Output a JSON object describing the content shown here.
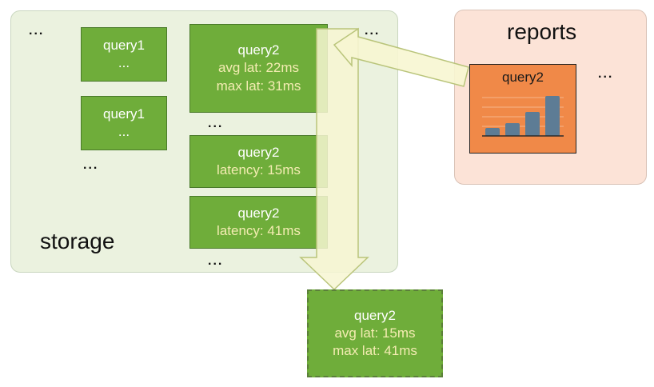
{
  "storage": {
    "label": "storage",
    "dots_top_left": "...",
    "dots_top_right": "...",
    "dots_col1": "...",
    "dots_col2a": "...",
    "dots_col2b": "...",
    "col1": [
      {
        "title": "query1",
        "detail": "..."
      },
      {
        "title": "query1",
        "detail": "..."
      }
    ],
    "col2": [
      {
        "title": "query2",
        "line1": "avg lat: 22ms",
        "line2": "max lat: 31ms"
      },
      {
        "title": "query2",
        "line1": "latency: 15ms"
      },
      {
        "title": "query2",
        "line1": "latency: 41ms"
      }
    ]
  },
  "reports": {
    "label": "reports",
    "card_title": "query2",
    "dots": "...",
    "mini_chart": {
      "values": [
        1,
        1.6,
        3,
        5
      ]
    }
  },
  "result": {
    "title": "query2",
    "line1": "avg lat: 15ms",
    "line2": "max lat: 41ms"
  },
  "colors": {
    "green_box": "#6fad3a",
    "storage_bg": "#ebf2df",
    "reports_bg": "#fce3d7",
    "report_card": "#f08948",
    "arrow_fill": "#f7f6d2",
    "bar": "#5d7c95"
  }
}
